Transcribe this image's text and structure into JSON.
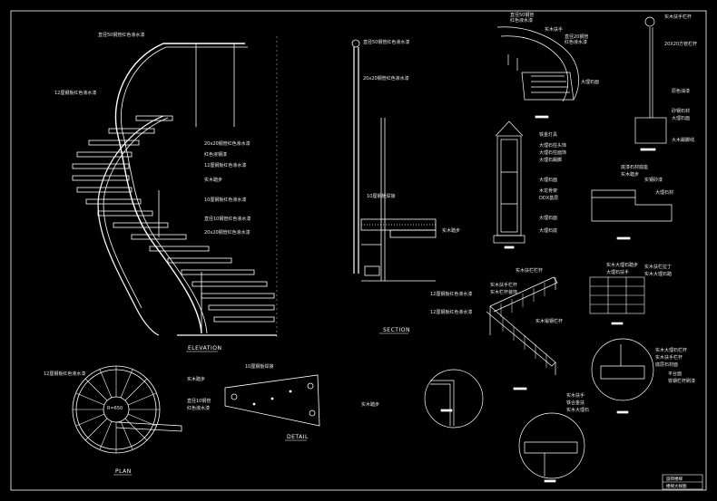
{
  "sheet": {
    "captions": {
      "elevation": "ELEVATION",
      "section": "SECTION",
      "plan": "PLAN",
      "detail": "DETAIL"
    },
    "title_block": {
      "line1": "旋转楼梯",
      "line2": "楼梯大样图"
    },
    "colors": {
      "background": "#000000",
      "linework": "#ffffff",
      "label": "#e8e8e8"
    }
  }
}
